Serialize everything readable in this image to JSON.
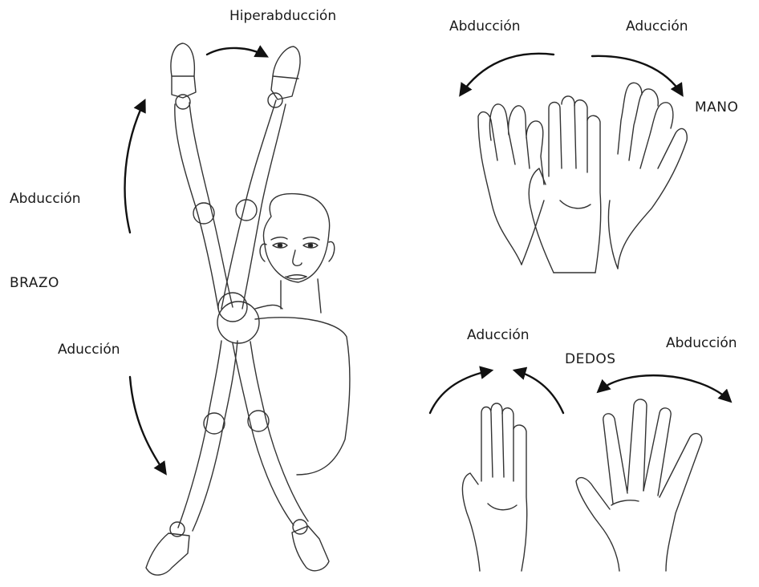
{
  "labels": {
    "arm_hyperabduction": "Hiperabducción",
    "arm_abduction": "Abducción",
    "arm_section": "BRAZO",
    "arm_adduction": "Aducción",
    "hand_abduction": "Abducción",
    "hand_adduction": "Aducción",
    "hand_section": "MANO",
    "fingers_adduction": "Aducción",
    "fingers_section": "DEDOS",
    "fingers_abduction": "Abducción"
  },
  "colors": {
    "line": "#222222",
    "stroke_light": "#555555",
    "background": "#ffffff"
  }
}
